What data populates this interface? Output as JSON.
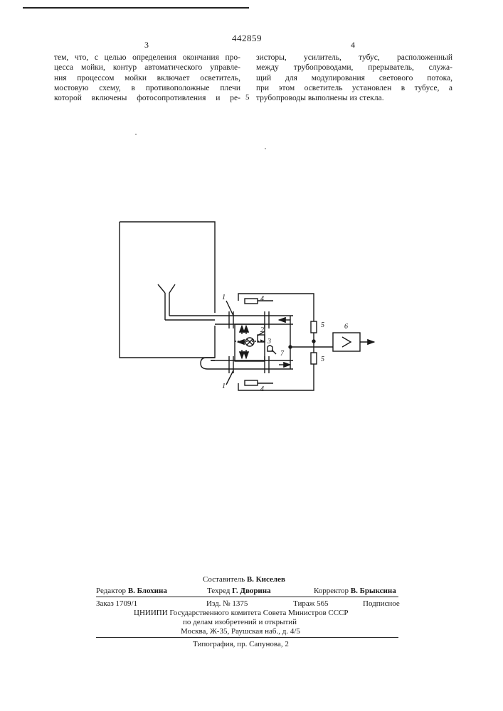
{
  "header": {
    "patent_number": "442859",
    "col_left_number": "3",
    "col_right_number": "4",
    "line_marker": "5"
  },
  "text": {
    "left_lines": [
      "тем, что, с целью определения окончания про-",
      "цесса мойки, контур автоматического управле-",
      "ния процессом мойки включает осветитель,",
      "мостовую схему, в противоположные плечи",
      "которой включены фотосопротивления и ре-"
    ],
    "right_lines": [
      "зисторы, усилитель, тубус, расположенный",
      "между трубопроводами, прерыватель, служа-",
      "щий для модулирования светового потока,",
      "при этом осветитель установлен в тубусе, а",
      "трубопроводы выполнены из стекла."
    ]
  },
  "diagram": {
    "labels": [
      "1",
      "2",
      "3",
      "4",
      "5",
      "6",
      "7",
      "1",
      "4",
      "5"
    ]
  },
  "imprint": {
    "compiler_label": "Составитель",
    "compiler_name": "В. Киселев",
    "editor_label": "Редактор",
    "editor_name": "В. Блохина",
    "techred_label": "Техред",
    "techred_name": "Г. Дворина",
    "corrector_label": "Корректор",
    "corrector_name": "В. Брыксина",
    "order": "Заказ 1709/1",
    "issue": "Изд. № 1375",
    "circulation": "Тираж 565",
    "subscription": "Подписное",
    "org_line1": "ЦНИИПИ Государственного комитета Совета Министров СССР",
    "org_line2": "по делам изобретений и открытий",
    "org_line3": "Москва, Ж-35, Раушская наб., д. 4/5",
    "printer": "Типография, пр. Сапунова, 2"
  }
}
